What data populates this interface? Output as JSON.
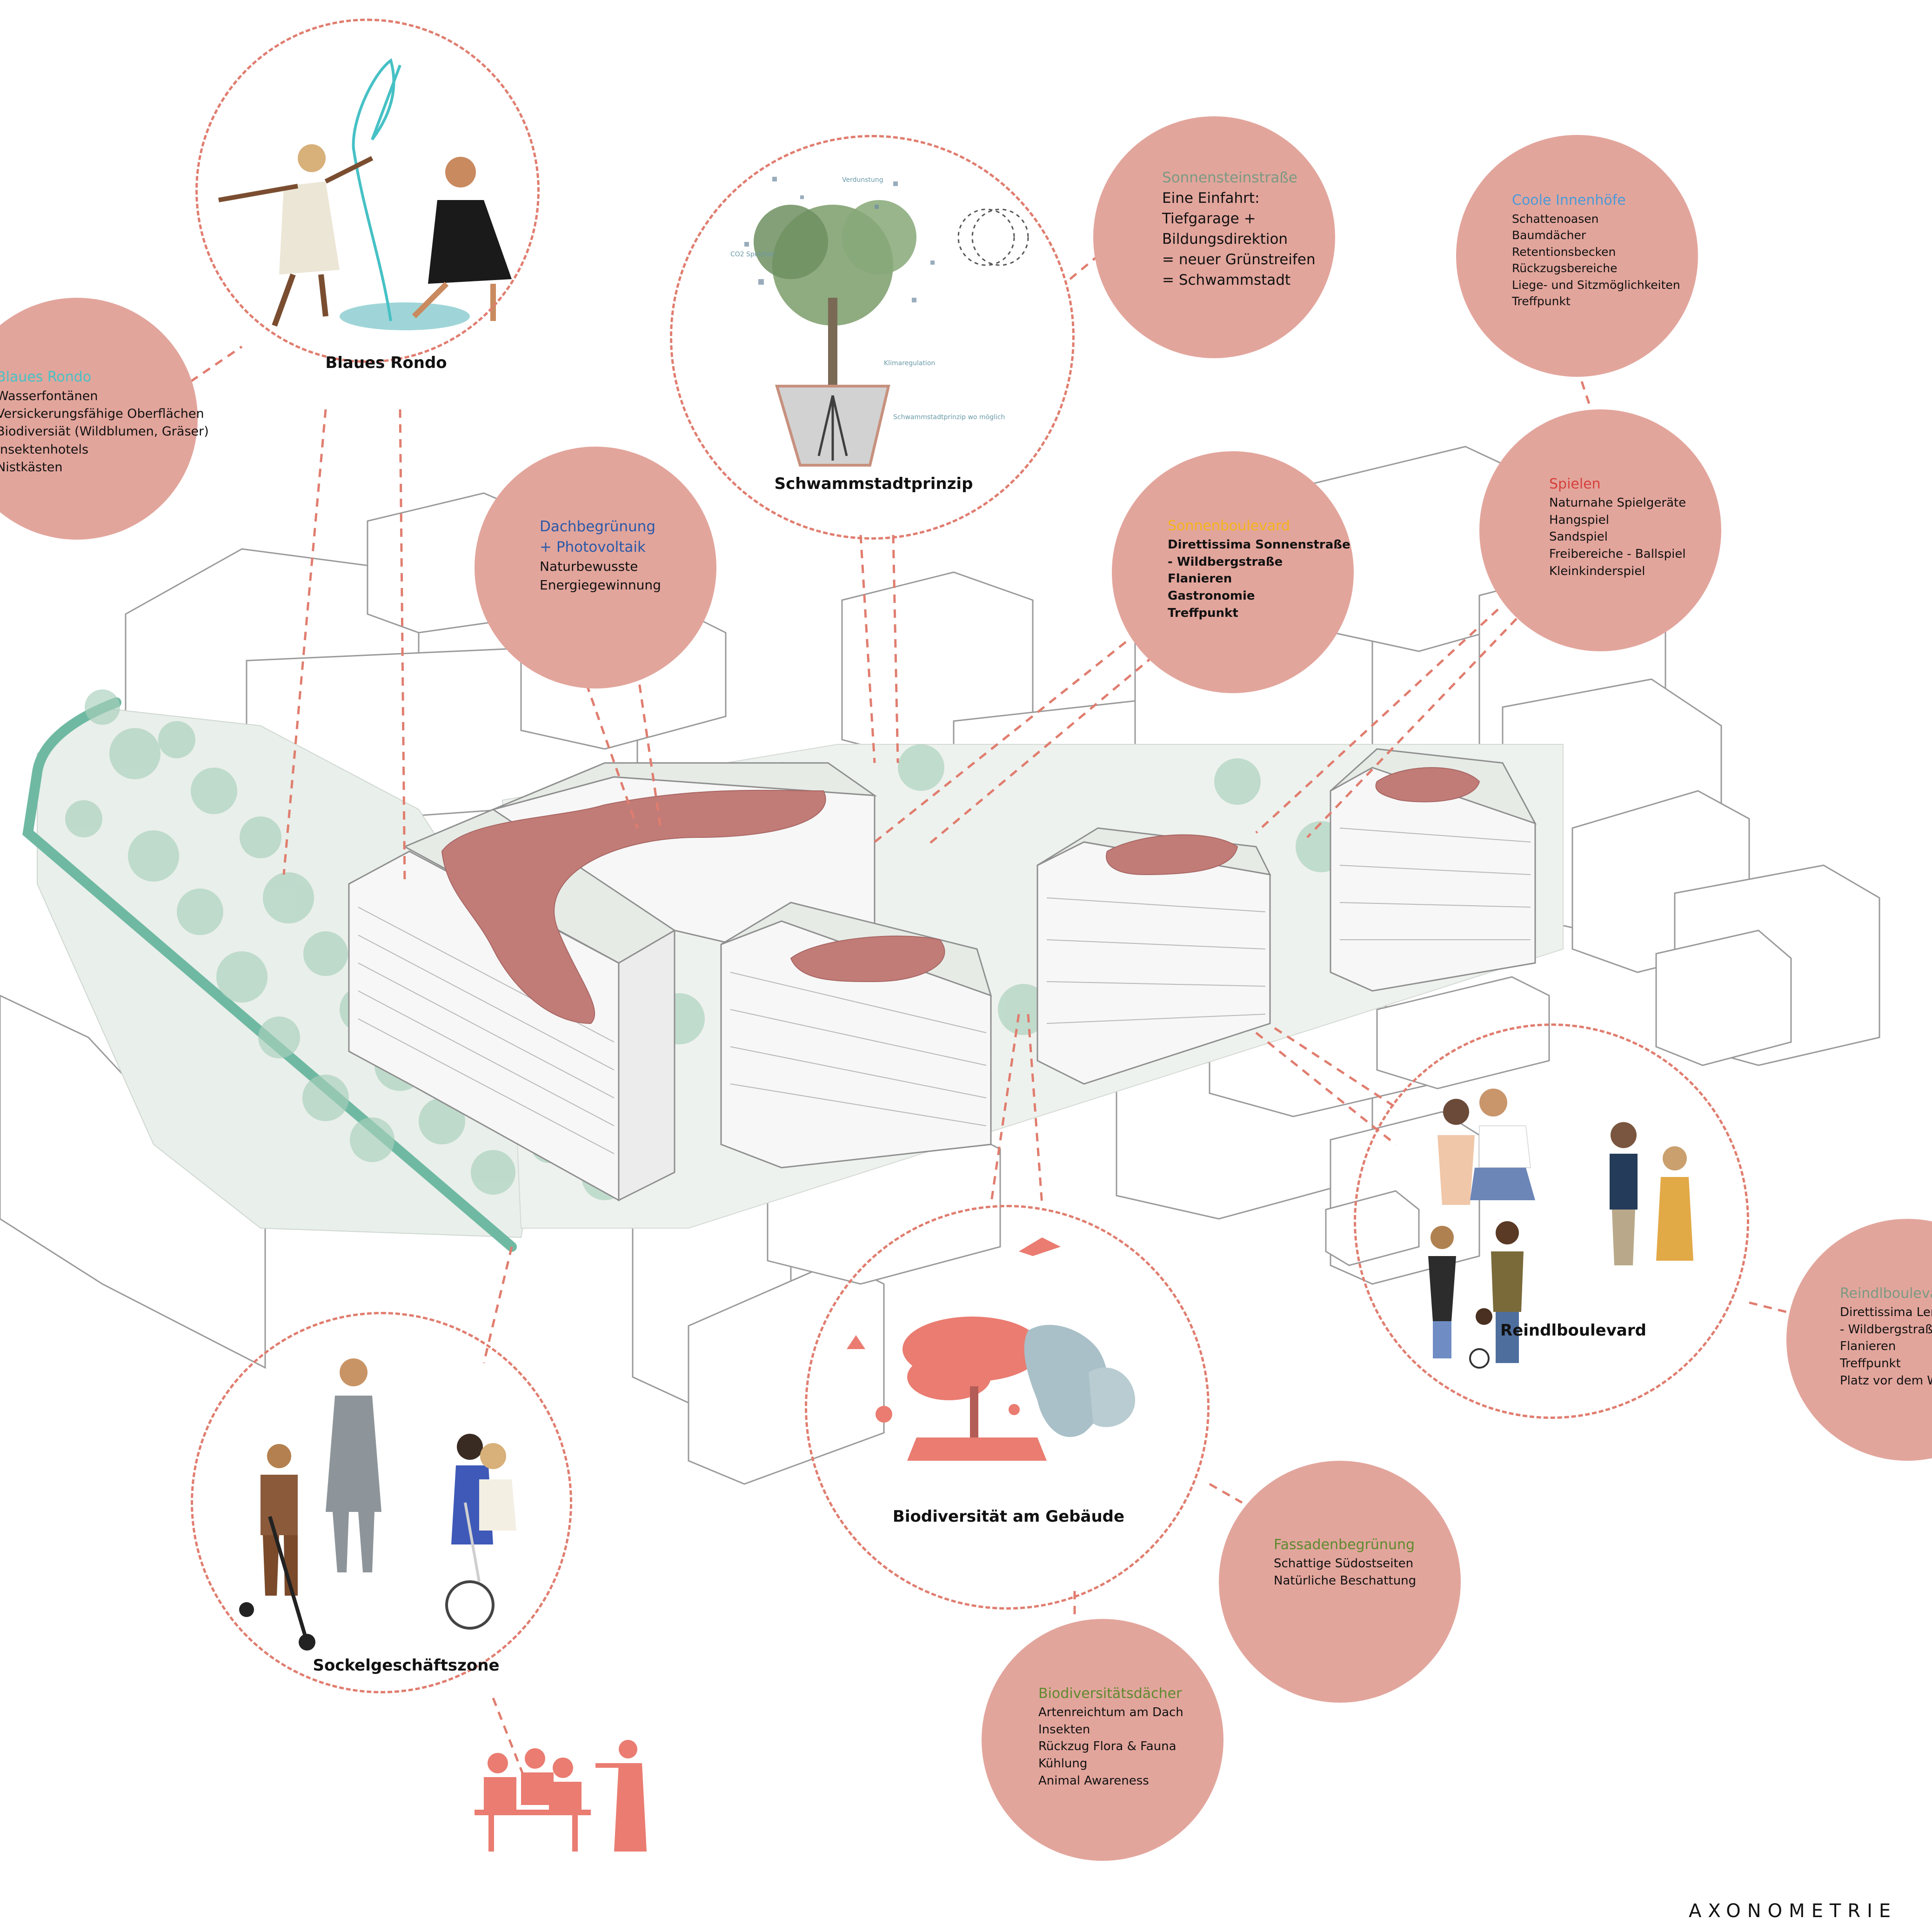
{
  "colors": {
    "bubble_fill": "#e2a59c",
    "dashed_line": "#e07d6f",
    "teal": "#6fb9a3",
    "orange_title": "#f6b51b",
    "blue_title": "#2a59a8",
    "light_blue_title": "#4a9ad8",
    "red_title": "#d7403c",
    "green_title": "#5e8a2e",
    "grey_title": "#7a9a82"
  },
  "bubbles": {
    "blaues_rondo": {
      "title": "Blaues Rondo",
      "items": [
        "Wasserfontänen",
        "Versickerungsfähige Oberflächen",
        "Biodiversiät (Wildblumen, Gräser)",
        "Insektenhotels",
        "Nistkästen"
      ]
    },
    "dachbegruenung": {
      "title_lines": [
        "Dachbegrünung",
        "+ Photovoltaik"
      ],
      "items": [
        "Naturbewusste",
        "Energiegewinnung"
      ]
    },
    "sonnensteinstrasse": {
      "title": "Sonnensteinstraße",
      "items": [
        "Eine Einfahrt:",
        "Tiefgarage +",
        "Bildungsdirektion",
        "= neuer Grünstreifen",
        "= Schwammstadt"
      ]
    },
    "sonnenboulevard": {
      "title": "Sonnenboulevard",
      "items": [
        "Direttissima Sonnenstraße",
        "- Wildbergstraße",
        "Flanieren",
        "Gastronomie",
        "Treffpunkt"
      ]
    },
    "coole_innenhoefe": {
      "title": "Coole Innenhöfe",
      "items": [
        "Schattenoasen",
        "Baumdächer",
        "Retentionsbecken",
        "Rückzugsbereiche",
        "Liege- und Sitzmöglichkeiten",
        "Treffpunkt"
      ]
    },
    "spielen": {
      "title": "Spielen",
      "items": [
        "Naturnahe Spielgeräte",
        "Hangspiel",
        "Sandspiel",
        "Freibereiche - Ballspiel",
        "Kleinkinderspiel"
      ]
    },
    "reindlboulevard": {
      "title": "Reindlboulevard",
      "items": [
        "Direttissima Lentia",
        "- Wildbergstraße",
        "Flanieren",
        "Treffpunkt",
        "Platz vor dem W"
      ]
    },
    "fassadenbegruenung": {
      "title": "Fassadenbegrünung",
      "items": [
        "Schattige Südostseiten",
        "Natürliche Beschattung"
      ]
    },
    "biodiversitaetsdaecher": {
      "title": "Biodiversitätsdächer",
      "items": [
        "Artenreichtum am Dach",
        "Insekten",
        "Rückzug Flora & Fauna",
        "Kühlung",
        "Animal Awareness"
      ]
    }
  },
  "illustration_labels": {
    "blaues_rondo": "Blaues Rondo",
    "schwammstadtprinzip": "Schwammstadtprinzip",
    "reindlboulevard": "Reindlboulevard",
    "biodiversitaet": "Biodiversität am Gebäude",
    "sockelgeschaeftszone": "Sockelgeschäftszone"
  },
  "sketch_labels": {
    "label_1": "Verdunstung",
    "label_2": "CO2 Speicher",
    "label_3": "Klimaregulation",
    "label_4": "Schwammstadtprinzip wo möglich"
  },
  "footer": {
    "title": "AXONOMETRIE"
  }
}
